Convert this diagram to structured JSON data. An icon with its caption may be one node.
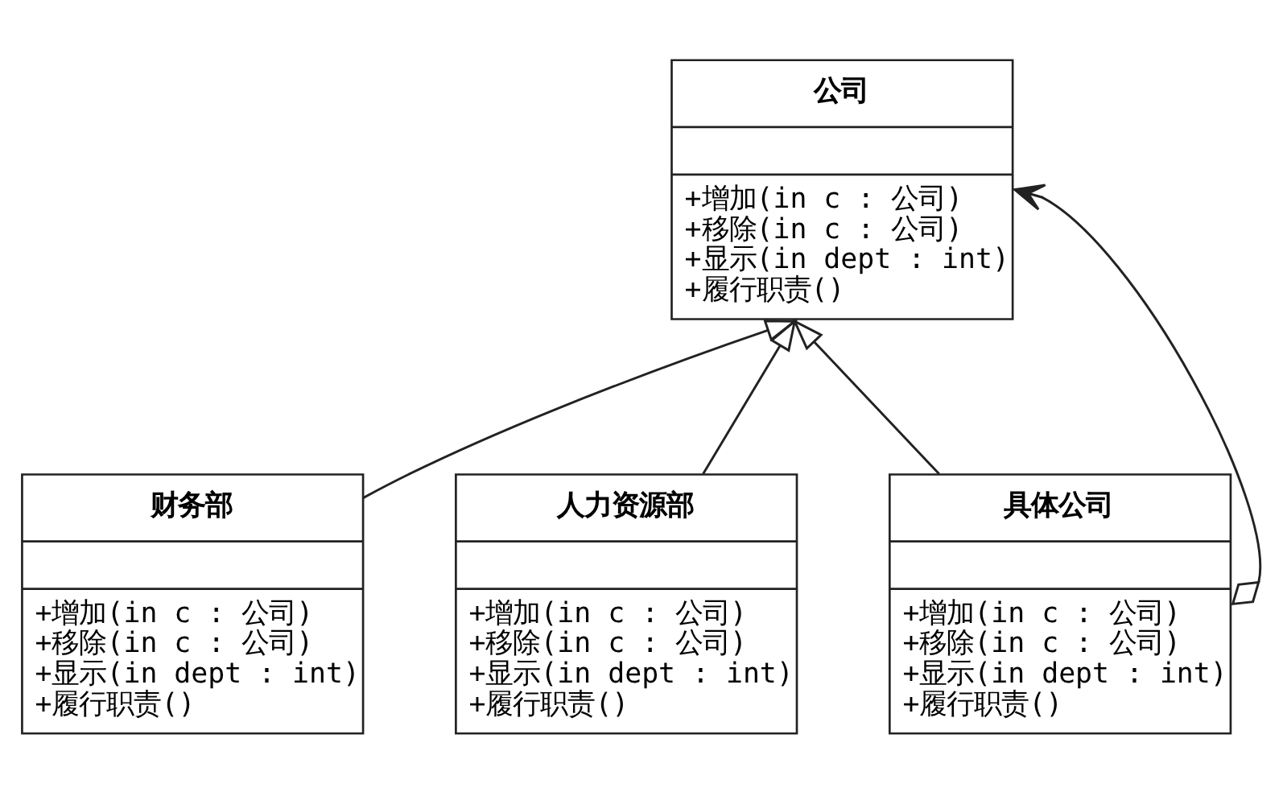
{
  "diagram": {
    "nodes": [
      {
        "text": [
          "公司",
          "+增加(in c : 公司)",
          "+移除(in c : 公司)",
          "+显示(in dept : int)",
          "+履行职责()"
        ]
      },
      {
        "text": [
          "财务部",
          "+增加(in c : 公司)",
          "+移除(in c : 公司)",
          "+显示(in dept : int)",
          "+履行职责()"
        ]
      },
      {
        "text": [
          "人力资源部",
          "+增加(in c : 公司)",
          "+移除(in c : 公司)",
          "+显示(in dept : int)",
          "+履行职责()"
        ]
      },
      {
        "text": [
          "具体公司",
          "+增加(in c : 公司)",
          "+移除(in c : 公司)",
          "+显示(in dept : int)",
          "+履行职责()"
        ]
      }
    ],
    "edges": [
      {
        "from": 1,
        "to": 0,
        "arrow": "to"
      },
      {
        "from": 2,
        "to": 0,
        "arrow": "to"
      },
      {
        "from": 3,
        "to": 0,
        "arrow": "to"
      },
      {
        "from": 3,
        "to": 0,
        "arrow": "to"
      }
    ]
  }
}
